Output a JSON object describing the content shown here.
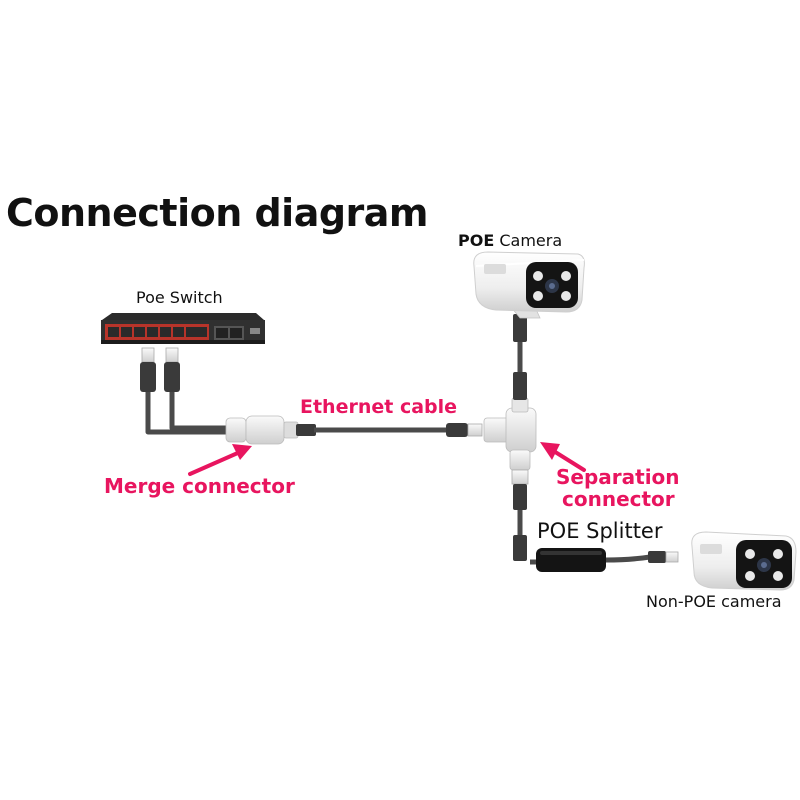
{
  "title": "Connection diagram",
  "labels": {
    "poe_switch": "Poe Switch",
    "poe_camera_bold": "POE",
    "poe_camera_rest": "Camera",
    "ethernet_cable": "Ethernet cable",
    "merge_connector": "Merge connector",
    "separation_line1": "Separation",
    "separation_line2": "connector",
    "poe_splitter": "POE Splitter",
    "non_poe_camera": "Non-POE camera"
  },
  "colors": {
    "accent": "#e8155f",
    "cable": "#4a4a4a",
    "switch_red": "#c0392b"
  }
}
